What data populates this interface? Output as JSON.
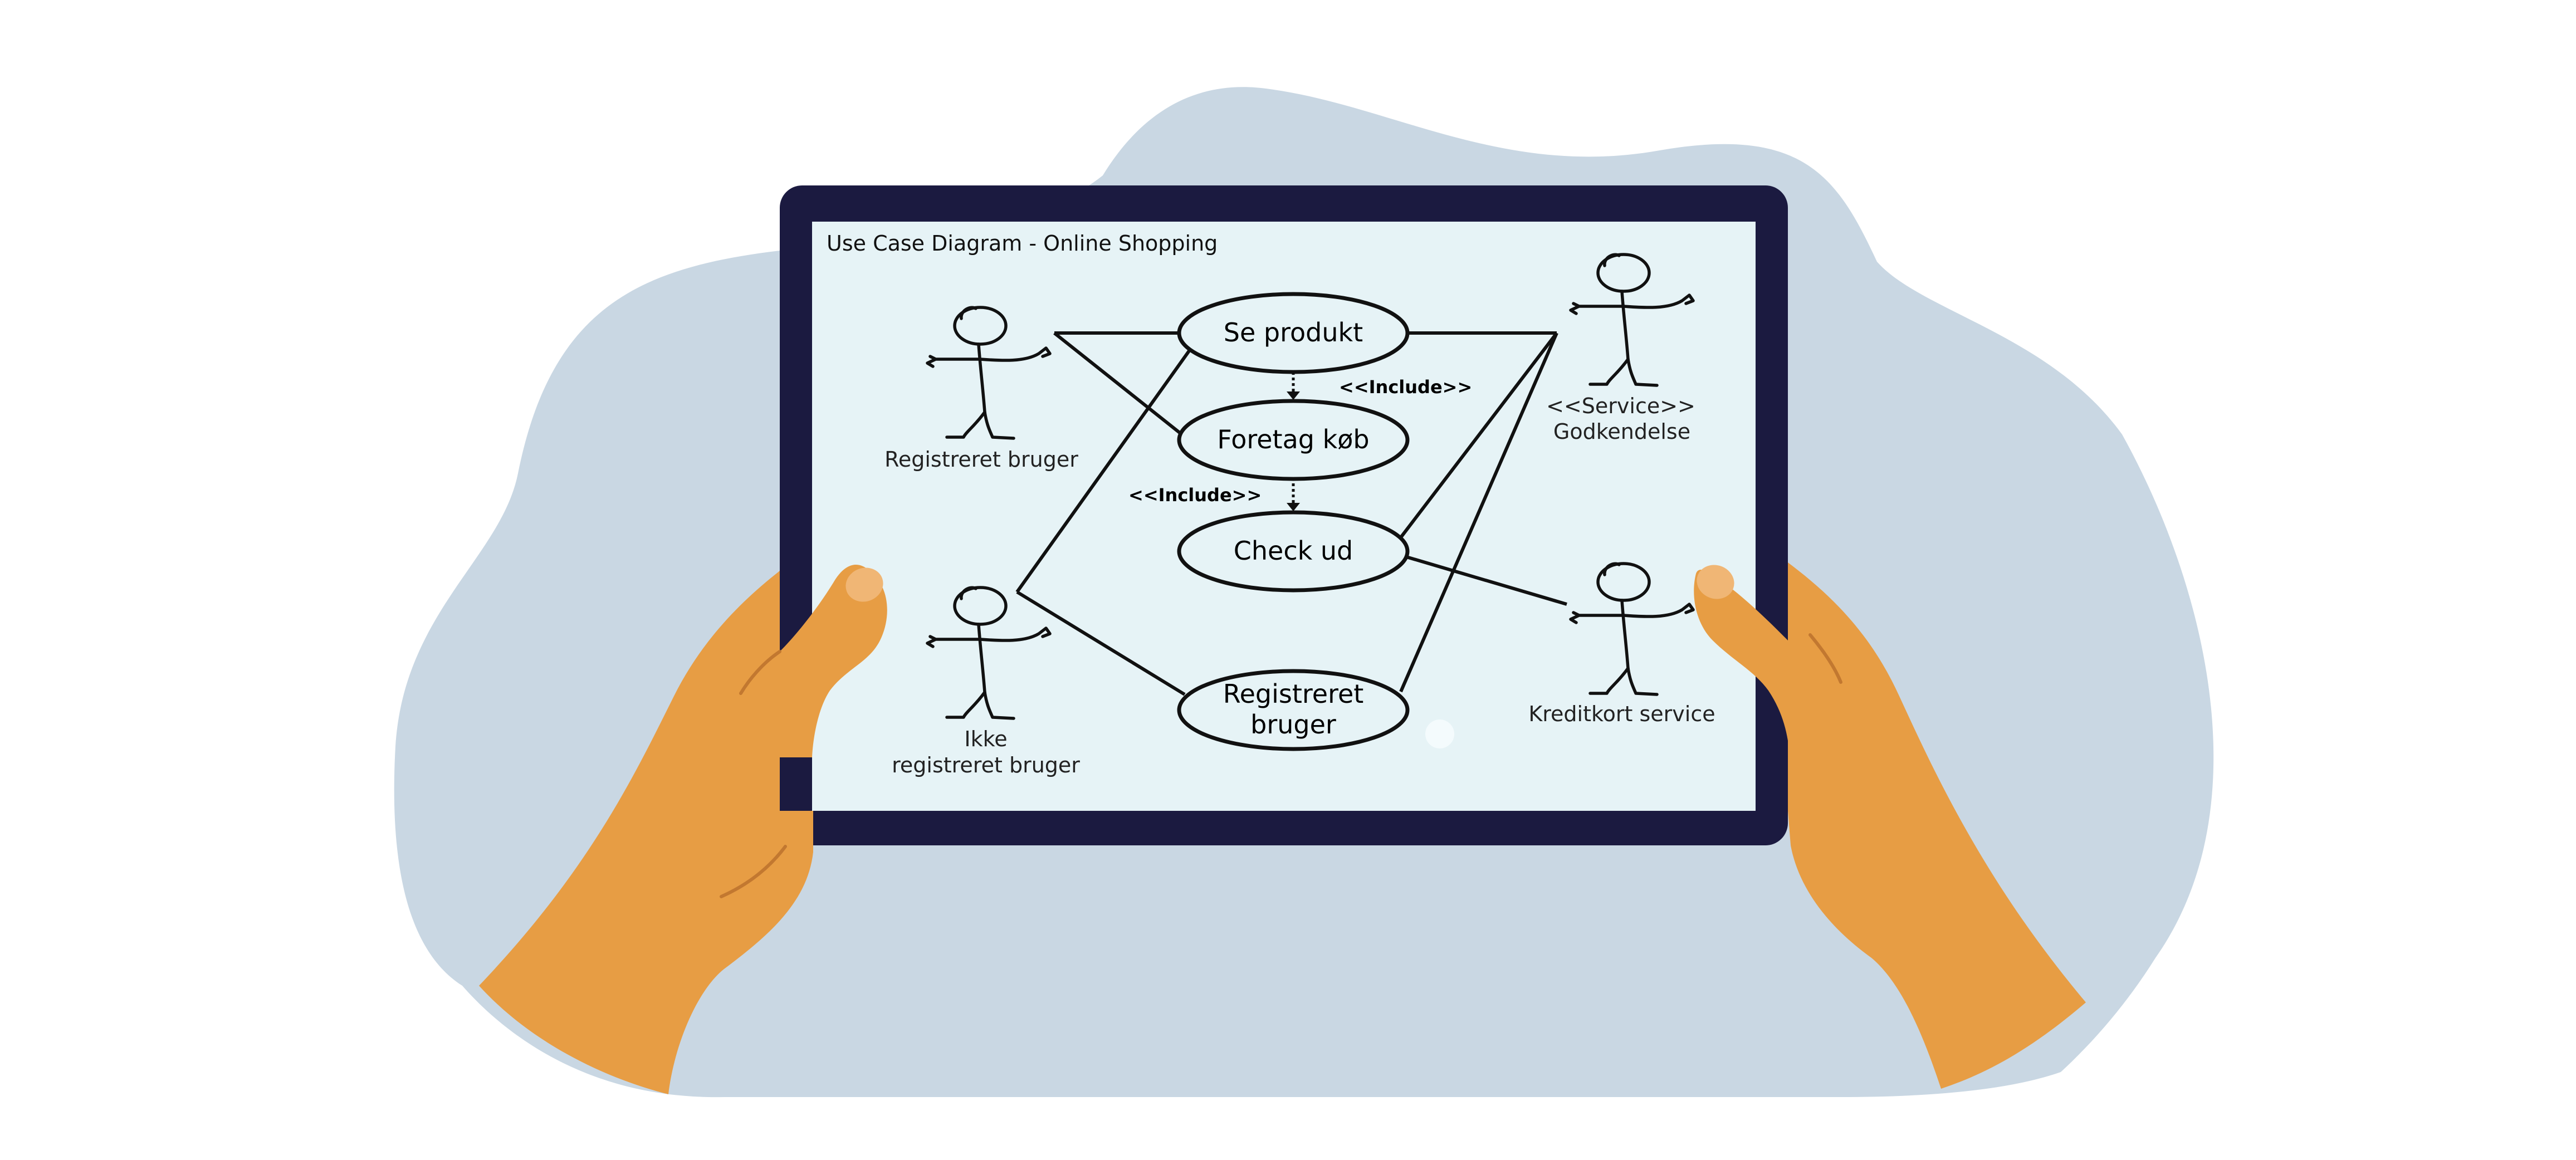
{
  "diagram": {
    "title": "Use Case Diagram - Online Shopping",
    "use_cases": {
      "se_produkt": "Se produkt",
      "foretag_koeb": "Foretag køb",
      "check_ud": "Check ud",
      "registreret_bruger_line1": "Registreret",
      "registreret_bruger_line2": "bruger"
    },
    "actors": {
      "registreret_bruger": "Registreret bruger",
      "ikke_registreret_line1": "Ikke",
      "ikke_registreret_line2": "registreret bruger",
      "godkendelse_stereotype": "<<Service>>",
      "godkendelse_name": "Godkendelse",
      "kreditkort_service": "Kreditkort service"
    },
    "include_labels": {
      "include_1": "<<Include>>",
      "include_2": "<<Include>>"
    }
  },
  "colors": {
    "blob": "#c9d7e3",
    "tablet_frame": "#1b1a40",
    "screen": "#e6f3f6",
    "hand": "#e79d44",
    "thumbnail": "#f0b675",
    "crease": "#c27830",
    "line": "#111111"
  }
}
